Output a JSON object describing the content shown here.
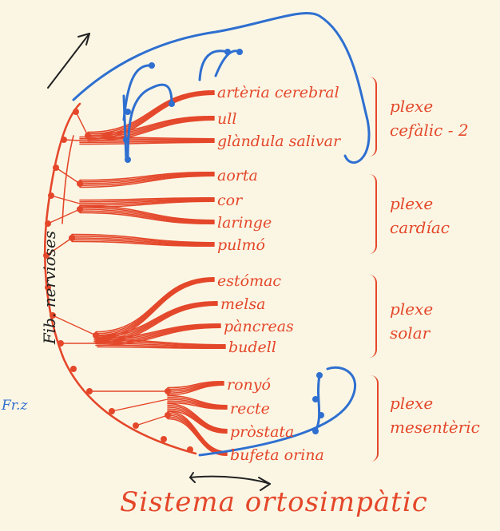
{
  "organs": [
    {
      "id": "arteria",
      "label": "artèria cerebral"
    },
    {
      "id": "ull",
      "label": "ull"
    },
    {
      "id": "glandula",
      "label": "glàndula salivar"
    },
    {
      "id": "aorta",
      "label": "aorta"
    },
    {
      "id": "cor",
      "label": "cor"
    },
    {
      "id": "laringe",
      "label": "laringe"
    },
    {
      "id": "pulmo",
      "label": "pulmó"
    },
    {
      "id": "estomac",
      "label": "estómac"
    },
    {
      "id": "melsa",
      "label": "melsa"
    },
    {
      "id": "pancreas",
      "label": "pàncreas"
    },
    {
      "id": "budell",
      "label": "budell"
    },
    {
      "id": "ronyo",
      "label": "ronyó"
    },
    {
      "id": "recte",
      "label": "recte"
    },
    {
      "id": "prostata",
      "label": "pròstata"
    },
    {
      "id": "bufeta",
      "label": "bufeta orina"
    }
  ],
  "plexes": [
    {
      "id": "cefalic",
      "label": "plexe cefàlic - 2"
    },
    {
      "id": "cardiac",
      "label": "plexe cardíac"
    },
    {
      "id": "solar",
      "label": "plexe solar"
    },
    {
      "id": "mesenteric",
      "label": "plexe mesentèric"
    }
  ],
  "chain_label": "Fib. nervioses",
  "margin_note": "Fr.z",
  "title": "Sistema ortosimpàtic",
  "colors": {
    "red": "#e4472a",
    "blue": "#2e6fd0",
    "paper": "#fbf6e4"
  }
}
